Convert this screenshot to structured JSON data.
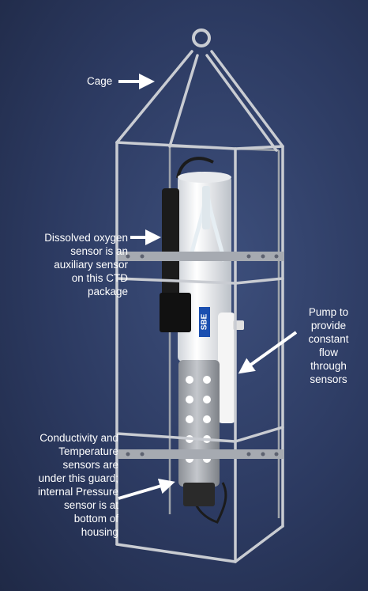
{
  "labels": {
    "cage": "Cage",
    "dissolved_oxygen": "Dissolved oxygen\nsensor is an\nauxiliary sensor\non this CTD\npackage",
    "pump": "Pump to\nprovide\nconstant\nflow\nthrough\nsensors",
    "conductivity_temperature": "Conductivity and\nTemperature\nsensors are\nunder this guard;\ninternal Pressure\nsensor is at\nbottom of\nhousing"
  },
  "instrument_markings": {
    "housing_logo": "SBE"
  },
  "colors": {
    "background": "#2c3a61",
    "frame": "#c9ccd2",
    "housing": "#f2f2f2",
    "guard": "#a9acb2",
    "sensor": "#1b1b1b",
    "label_text": "#ffffff"
  }
}
